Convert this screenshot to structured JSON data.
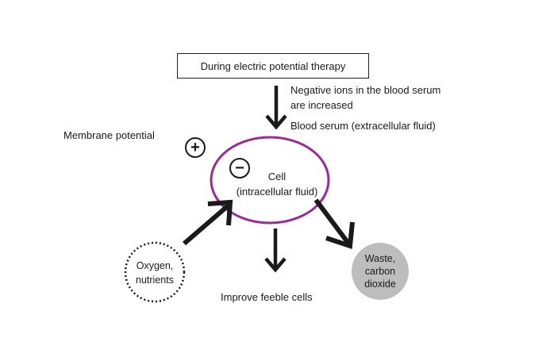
{
  "diagram": {
    "title": "During electric potential therapy",
    "ions_line1": "Negative ions in the blood serum",
    "ions_line2": "are increased",
    "blood_serum": "Blood serum (extracellular fluid)",
    "membrane_potential": "Membrane potential",
    "plus_sign": "+",
    "minus_sign": "−",
    "cell_line1": "Cell",
    "cell_line2": "(intracellular fluid)",
    "oxygen_line1": "Oxygen,",
    "oxygen_line2": "nutrients",
    "waste_line1": "Waste,",
    "waste_line2": "carbon",
    "waste_line3": "dioxide",
    "improve": "Improve feeble cells"
  },
  "colors": {
    "cell_outline": "#9b2a96",
    "arrow": "#1a1a1a",
    "waste_fill": "#bdbdbd"
  }
}
